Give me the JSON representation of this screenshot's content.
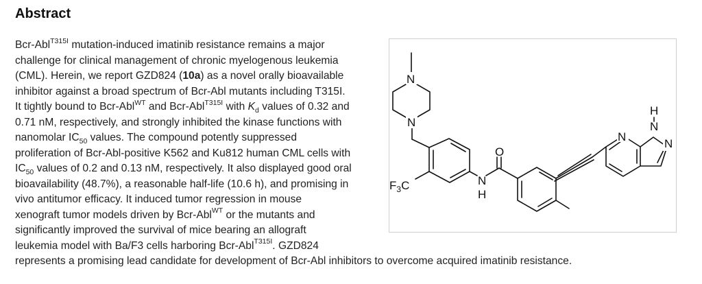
{
  "section": {
    "title": "Abstract"
  },
  "abstract": {
    "l1_a": "Bcr-Abl",
    "l1_sup": "T315I",
    "l1_b": " mutation-induced imatinib resistance remains a major",
    "l2": "challenge for clinical management of chronic myelogenous leukemia",
    "l3_a": "(CML). Herein, we report GZD824 (",
    "l3_bold": "10a",
    "l3_b": ") as a novel orally bioavailable",
    "l4": "inhibitor against a broad spectrum of Bcr-Abl mutants including T315I.",
    "l5_a": "It tightly bound to Bcr-Abl",
    "l5_sup1": "WT",
    "l5_b": " and Bcr-Abl",
    "l5_sup2": "T315I",
    "l5_c": " with ",
    "l5_k": "K",
    "l5_ksub": "d",
    "l5_d": " values of 0.32 and",
    "l6": "0.71 nM, respectively, and strongly inhibited the kinase functions with",
    "l7_a": "nanomolar IC",
    "l7_sub": "50",
    "l7_b": " values. The compound potently suppressed",
    "l8": "proliferation of Bcr-Abl-positive K562 and Ku812 human CML cells with",
    "l9_a": "IC",
    "l9_sub": "50",
    "l9_b": " values of 0.2 and 0.13 nM, respectively. It also displayed good oral",
    "l10": "bioavailability (48.7%), a reasonable half-life (10.6 h), and promising in",
    "l11": "vivo antitumor efficacy. It induced tumor regression in mouse",
    "l12_a": "xenograft tumor models driven by Bcr-Abl",
    "l12_sup": "WT",
    "l12_b": " or the mutants and",
    "l13": "significantly improved the survival of mice bearing an allograft",
    "l14_a": "leukemia model with Ba/F3 cells harboring Bcr-Abl",
    "l14_sup": "T315I",
    "l14_b": ". GZD824",
    "l15": "represents a promising lead candidate for development of Bcr-Abl inhibitors to overcome acquired imatinib resistance."
  },
  "structure": {
    "n_piperazine_top": "N",
    "n_piperazine_bottom": "N",
    "cf3_prefix": "F",
    "cf3_sub": "3",
    "cf3_suffix": "C",
    "amide_o": "O",
    "amide_n": "N",
    "amide_h": "H",
    "pyridine_n": "N",
    "pyrazole_nh": "N",
    "pyrazole_h": "H",
    "pyrazole_n": "N"
  }
}
